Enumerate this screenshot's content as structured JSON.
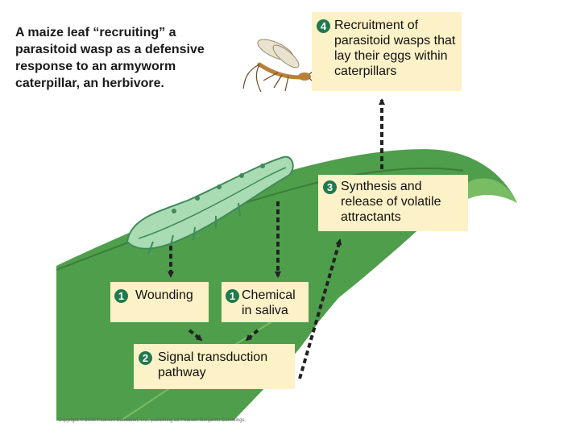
{
  "caption": "A maize leaf “recruiting” a parasitoid wasp as a defensive response to an armyworm caterpillar, an herbivore.",
  "steps": [
    {
      "number": "4",
      "label": "Recruitment of parasitoid wasps that lay their eggs within caterpillars"
    },
    {
      "number": "3",
      "label": "Synthesis and release of volatile attractants"
    },
    {
      "number": "1",
      "label": "Wounding"
    },
    {
      "number": "1",
      "label": "Chemical in saliva"
    },
    {
      "number": "2",
      "label": "Signal transduction pathway"
    }
  ],
  "credit": "Copyright © 2008 Pearson Education, Inc., publishing as Pearson Benjamin Cummings.",
  "colors": {
    "leaf": "#4f9e4c",
    "leaf_light": "#78bd63",
    "box": "#fdf1c7",
    "badge": "#1f7a4d",
    "caterpillar": "#a9dcb3",
    "wasp": "#b9803a"
  },
  "icons": [
    "maize-leaf",
    "armyworm-caterpillar",
    "parasitoid-wasp"
  ]
}
